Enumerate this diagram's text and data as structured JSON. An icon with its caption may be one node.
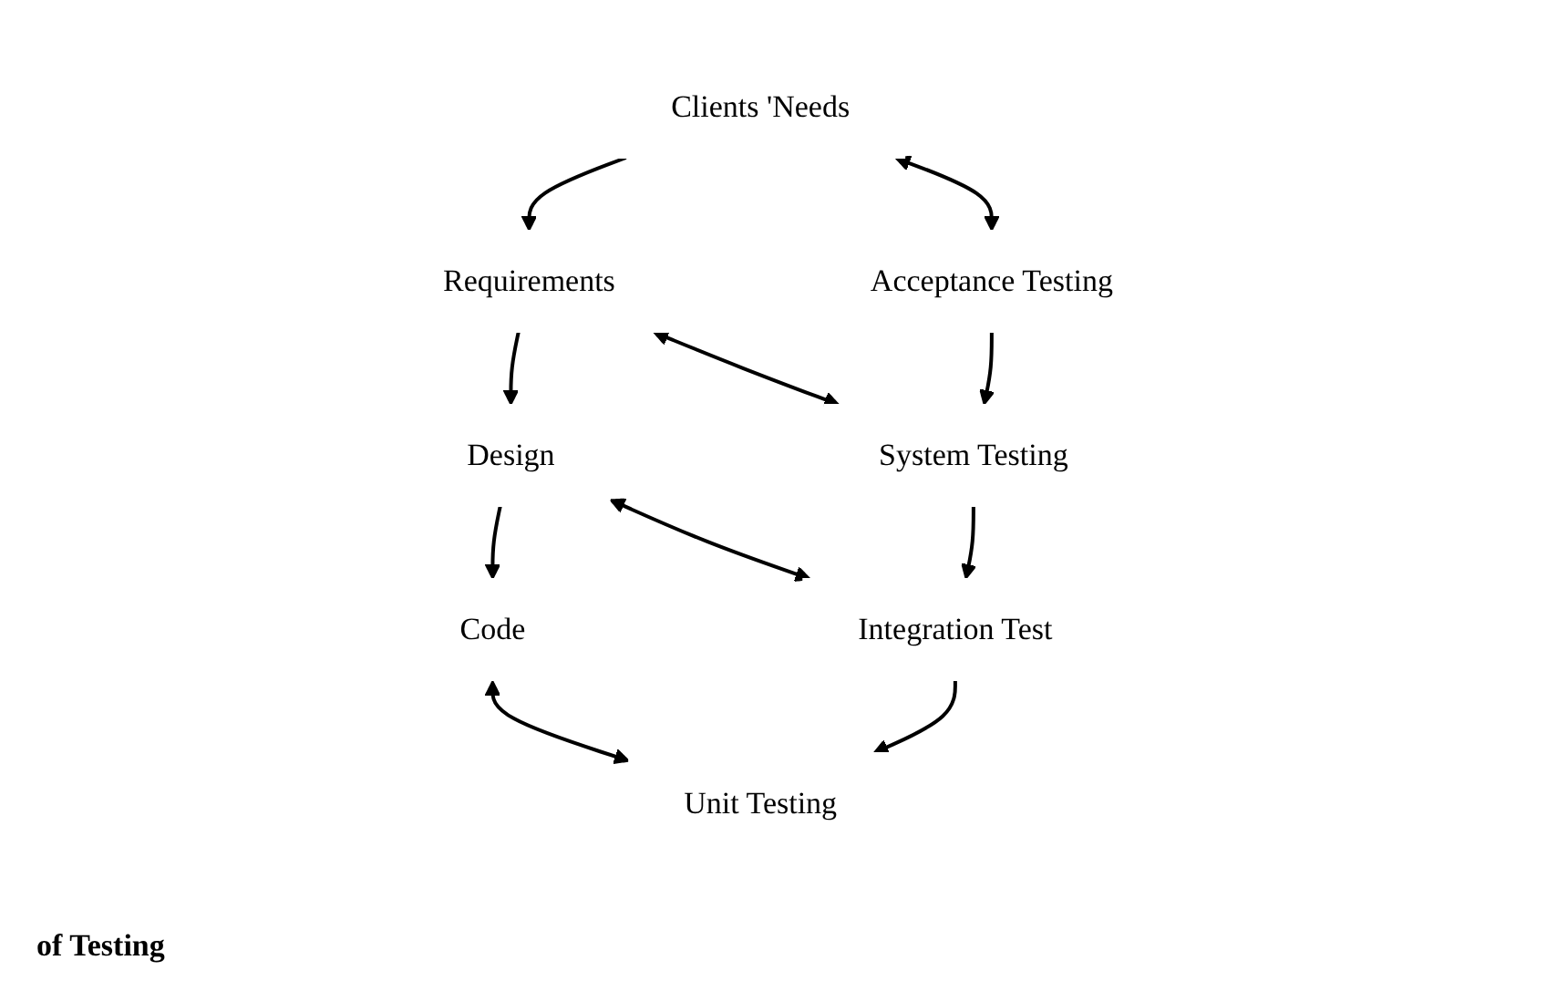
{
  "diagram": {
    "nodes": [
      {
        "text": [
          "Clients 'Needs"
        ]
      },
      {
        "text": [
          "Requirements"
        ]
      },
      {
        "text": [
          "Design"
        ]
      },
      {
        "text": [
          "Code"
        ]
      },
      {
        "text": [
          "Acceptance Testing"
        ]
      },
      {
        "text": [
          "System Testing"
        ]
      },
      {
        "text": [
          "Integration Test"
        ]
      },
      {
        "text": [
          "Unit Testing"
        ]
      }
    ],
    "edges": [
      {
        "from": 0,
        "to": 4,
        "arrow": "both"
      },
      {
        "from": 1,
        "to": 5,
        "arrow": "both"
      },
      {
        "from": 2,
        "to": 6,
        "arrow": "both"
      },
      {
        "from": 3,
        "to": 7,
        "arrow": "both"
      },
      {
        "from": 0,
        "to": 1,
        "arrow": "to"
      },
      {
        "from": 1,
        "to": 2,
        "arrow": "to"
      },
      {
        "from": 2,
        "to": 3,
        "arrow": "to"
      },
      {
        "from": 4,
        "to": 5,
        "arrow": "to"
      },
      {
        "from": 5,
        "to": 6,
        "arrow": "to"
      },
      {
        "from": 6,
        "to": 7,
        "arrow": "to"
      }
    ],
    "labels": [
      "of Testing"
    ]
  }
}
